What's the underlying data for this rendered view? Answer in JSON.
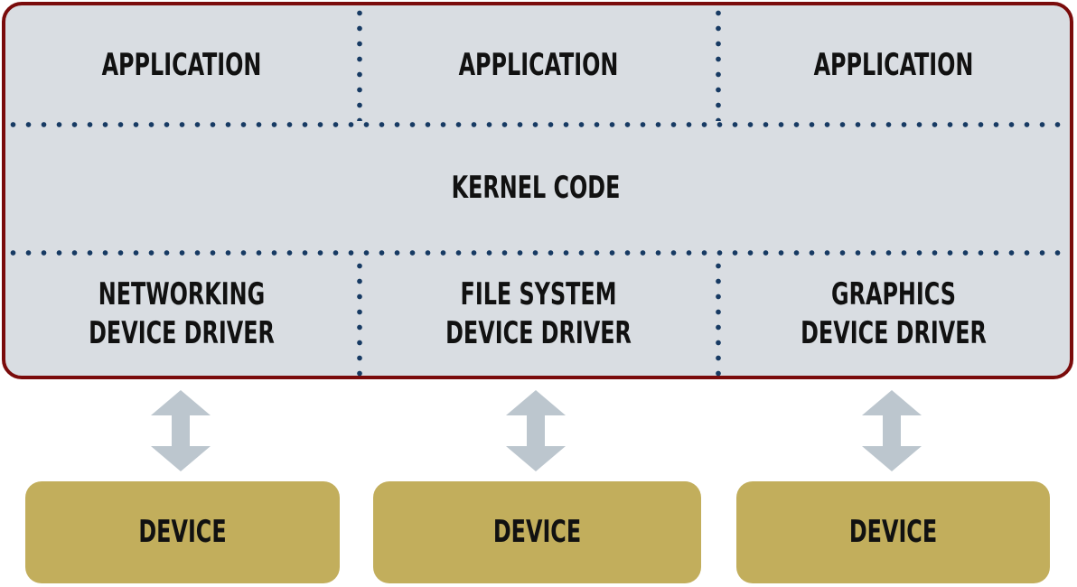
{
  "diagram": {
    "applications": [
      {
        "label": "APPLICATION"
      },
      {
        "label": "APPLICATION"
      },
      {
        "label": "APPLICATION"
      }
    ],
    "kernel": {
      "label": "KERNEL CODE"
    },
    "drivers": [
      {
        "line1": "NETWORKING",
        "line2": "DEVICE DRIVER"
      },
      {
        "line1": "FILE SYSTEM",
        "line2": "DEVICE DRIVER"
      },
      {
        "line1": "GRAPHICS",
        "line2": "DEVICE DRIVER"
      }
    ],
    "devices": [
      {
        "label": "DEVICE"
      },
      {
        "label": "DEVICE"
      },
      {
        "label": "DEVICE"
      }
    ],
    "arrows": [
      {
        "icon": "double-vertical-arrow-icon"
      },
      {
        "icon": "double-vertical-arrow-icon"
      },
      {
        "icon": "double-vertical-arrow-icon"
      }
    ],
    "colors": {
      "kernel_fill": "#d9dde2",
      "kernel_border": "#7a0b0b",
      "dotted_divider": "#173a63",
      "device_fill": "#c2ae5c",
      "arrow_fill": "#bcc6ce",
      "text": "#111111"
    }
  }
}
